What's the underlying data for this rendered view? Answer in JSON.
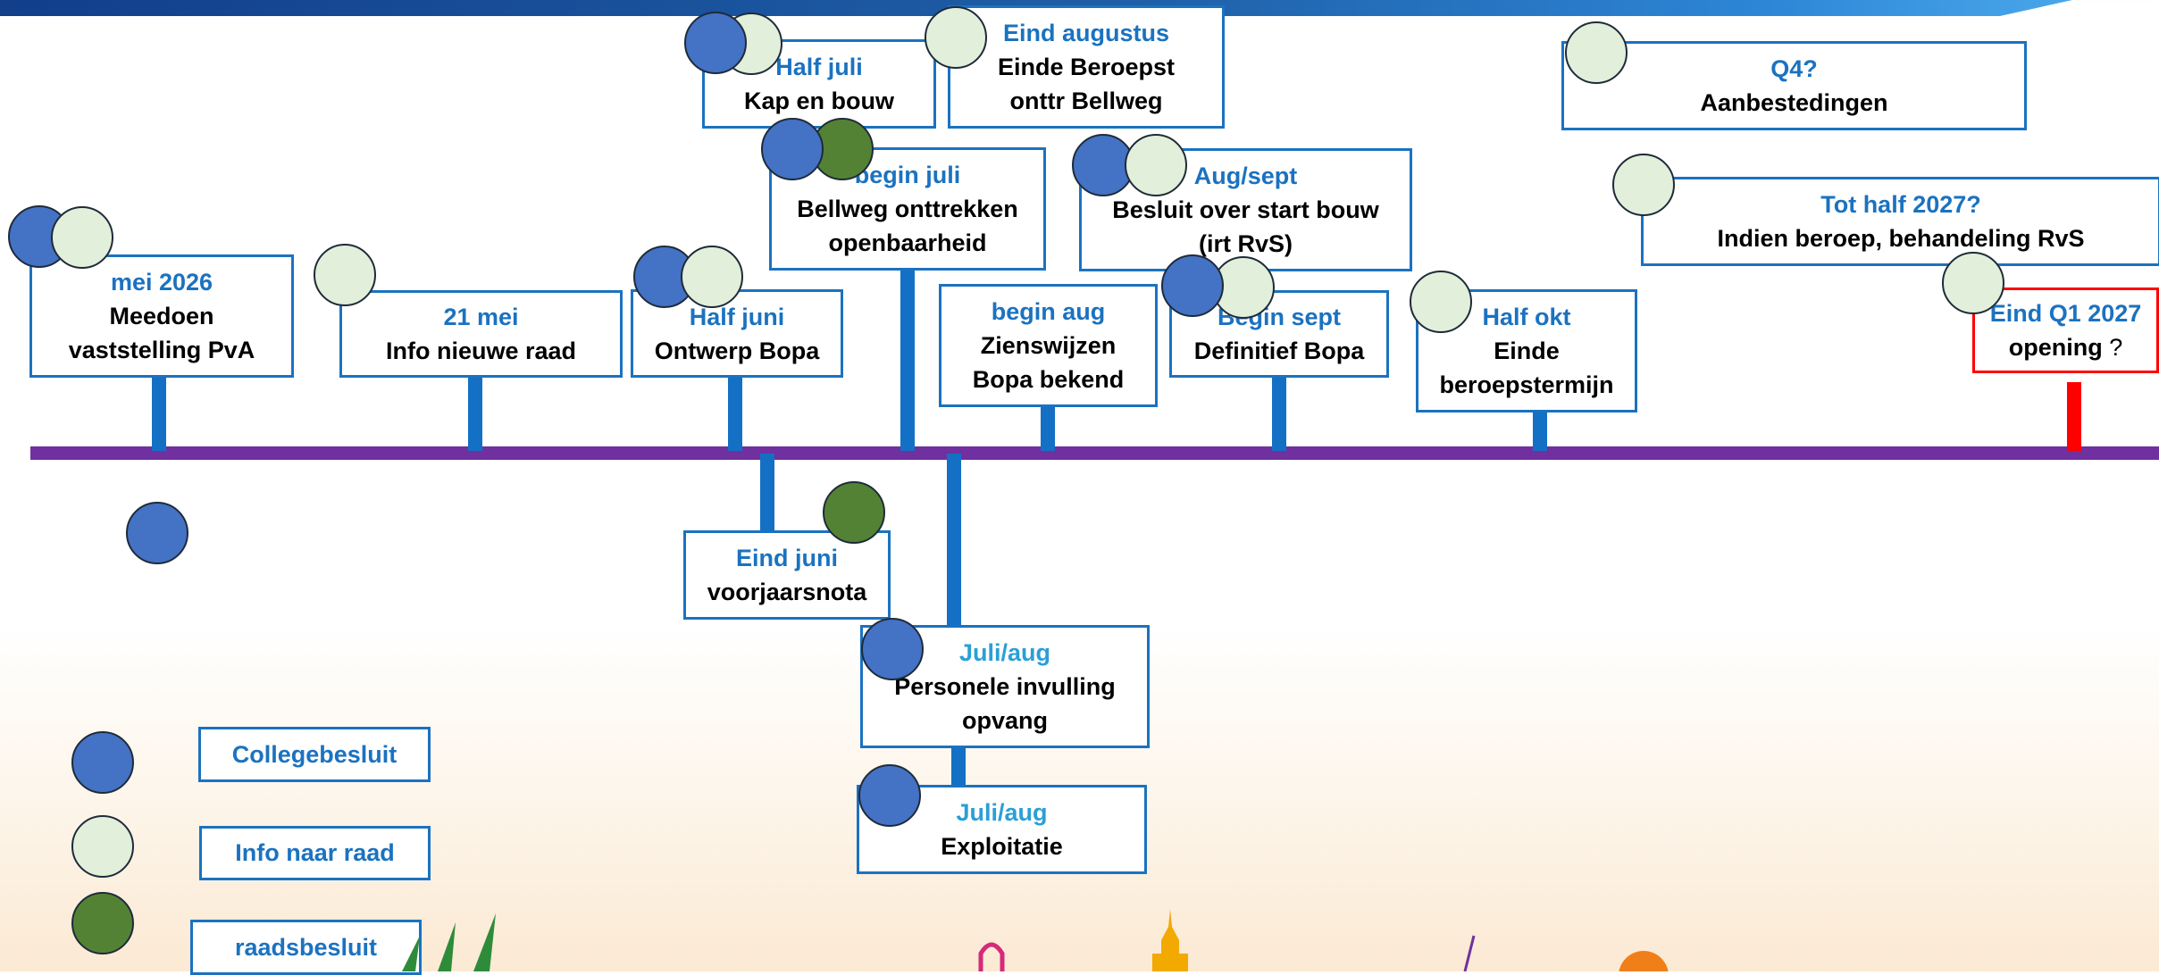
{
  "colors": {
    "axis": "#7030a0",
    "stem": "#1470c4",
    "box_border": "#1b72c0",
    "when_text": "#1b72c0",
    "highlight": "#ff0000",
    "college": "#4472c4",
    "info": "#e2efda",
    "raad": "#548235"
  },
  "milestones": [
    {
      "id": "m1",
      "when": "mei 2026",
      "what": [
        "Meedoen",
        "vaststelling PvA"
      ]
    },
    {
      "id": "m2",
      "when": "21 mei",
      "what": [
        "Info nieuwe raad"
      ]
    },
    {
      "id": "m3",
      "when": "Half juni",
      "what": [
        "Ontwerp Bopa"
      ]
    },
    {
      "id": "m4",
      "when": "Half juli",
      "what": [
        "Kap en bouw"
      ]
    },
    {
      "id": "m5",
      "when": "Eind augustus",
      "what": [
        "Einde Beroepst",
        "onttr Bellweg"
      ]
    },
    {
      "id": "m6",
      "when": "begin juli",
      "what": [
        "Bellweg onttrekken",
        "openbaarheid"
      ]
    },
    {
      "id": "m7",
      "when": "begin aug",
      "what": [
        "Zienswijzen",
        "Bopa bekend"
      ]
    },
    {
      "id": "m8",
      "when": "Aug/sept",
      "what": [
        "Besluit over start bouw",
        "(irt RvS)"
      ]
    },
    {
      "id": "m9",
      "when": "Begin sept",
      "what": [
        "Definitief Bopa"
      ]
    },
    {
      "id": "m10",
      "when": "Half okt",
      "what": [
        "Einde",
        "beroepstermijn"
      ]
    },
    {
      "id": "m11",
      "when": "Q4?",
      "what": [
        "Aanbestedingen"
      ]
    },
    {
      "id": "m12",
      "when": "Tot half 2027?",
      "what": [
        "Indien beroep, behandeling RvS"
      ]
    },
    {
      "id": "m13",
      "when": "Eind Q1 2027",
      "what": [
        "opening"
      ],
      "suffix": " ?"
    },
    {
      "id": "m14",
      "when": "Eind juni",
      "what": [
        "voorjaarsnota"
      ]
    },
    {
      "id": "m15",
      "when": "Juli/aug",
      "what": [
        "Personele invulling",
        "opvang"
      ]
    },
    {
      "id": "m16",
      "when": "Juli/aug",
      "what": [
        "Exploitatie"
      ]
    }
  ],
  "legend": [
    {
      "type": "college",
      "label": "Collegebesluit"
    },
    {
      "type": "info",
      "label": "Info naar raad"
    },
    {
      "type": "raad",
      "label": "raadsbesluit"
    }
  ]
}
